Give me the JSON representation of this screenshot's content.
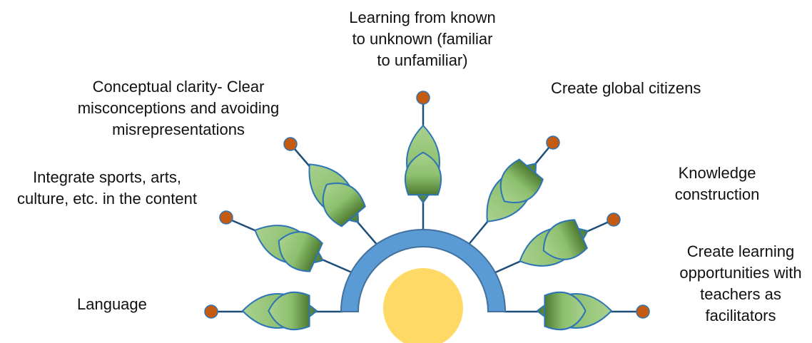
{
  "colors": {
    "arc": "#5b9bd5",
    "arc_outline": "#41719c",
    "sun": "#ffd966",
    "stem": "#1f4e79",
    "knob": "#c55a11",
    "knob_outline": "#2e75b6",
    "leaf_light": "#a9d18e",
    "leaf_dark": "#548235",
    "leaf_outline": "#2e75b6"
  },
  "labels": {
    "top": "Learning from known\nto unknown (familiar\nto unfamiliar)",
    "upper_left": "Conceptual clarity- Clear\nmisconceptions and avoiding\nmisrepresentations",
    "upper_right": "Create global citizens",
    "mid_left": "Integrate sports, arts,\nculture, etc. in the content",
    "mid_right": "Knowledge\nconstruction",
    "low_left": "Language",
    "low_right": "Create learning\nopportunities with\nteachers as\nfacilitators"
  }
}
